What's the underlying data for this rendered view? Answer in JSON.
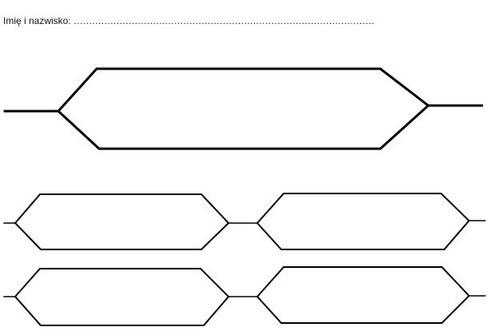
{
  "header": {
    "name_label": "Imię i nazwisko:",
    "name_dots": "………………………………………………………………………………………"
  },
  "worksheet": {
    "large_fields": 1,
    "small_field_rows": 2,
    "small_fields_per_row": 2,
    "stroke_color": "#000000"
  }
}
